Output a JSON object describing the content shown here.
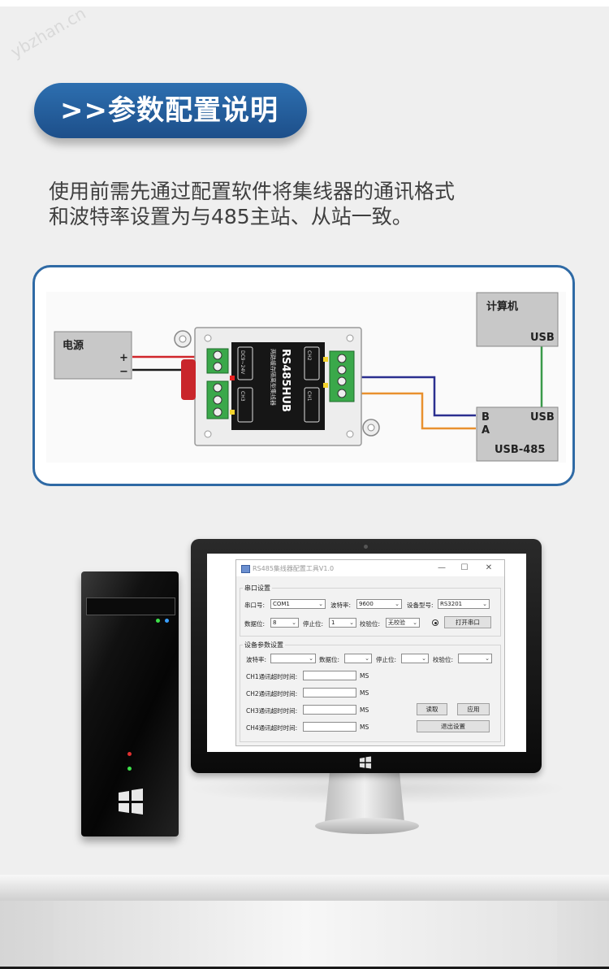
{
  "header": {
    "title": ">>参数配置说明"
  },
  "intro": {
    "line1": "使用前需先通过配置软件将集线器的通讯格式",
    "line2": "和波特率设置为与485主站、从站一致。"
  },
  "watermark": "ybzhan.cn",
  "diagram": {
    "power_label": "电源",
    "plus": "+",
    "minus": "−",
    "hub_name": "RS485HUB",
    "hub_subtitle": "两路缓存隔离型集线器",
    "dc_label": "DC9~24V",
    "ch_labels": [
      "CH1",
      "CH2",
      "CH3"
    ],
    "ab": "A B",
    "computer_label": "计算机",
    "usb": "USB",
    "converter_label": "USB-485",
    "b": "B",
    "a": "A",
    "colors": {
      "wire_red": "#d0262b",
      "wire_black": "#1a1a1a",
      "wire_blue": "#2b2f8f",
      "wire_orange": "#e8902e",
      "wire_green": "#3a9a4a",
      "terminal_green": "#3aa84a"
    }
  },
  "app": {
    "title": "RS485集线器配置工具V1.0",
    "controls": {
      "minimize": "—",
      "maximize": "☐",
      "close": "✕"
    },
    "serial_group": {
      "label": "串口设置",
      "port_label": "串口号:",
      "port_value": "COM1",
      "baud_label": "波特率:",
      "baud_value": "9600",
      "model_label": "设备型号:",
      "model_value": "RS3201",
      "databits_label": "数据位:",
      "databits_value": "8",
      "stopbits_label": "停止位:",
      "stopbits_value": "1",
      "parity_label": "校验位:",
      "parity_value": "无校验",
      "open_button": "打开串口"
    },
    "device_group": {
      "label": "设备参数设置",
      "baud_label": "波特率:",
      "databits_label": "数据位:",
      "stopbits_label": "停止位:",
      "parity_label": "校验位:",
      "timeouts": [
        {
          "label": "CH1通讯超时时间:",
          "unit": "MS"
        },
        {
          "label": "CH2通讯超时时间:",
          "unit": "MS"
        },
        {
          "label": "CH3通讯超时时间:",
          "unit": "MS"
        },
        {
          "label": "CH4通讯超时时间:",
          "unit": "MS"
        }
      ],
      "read_button": "读取",
      "apply_button": "应用",
      "exit_button": "退出设置"
    }
  }
}
